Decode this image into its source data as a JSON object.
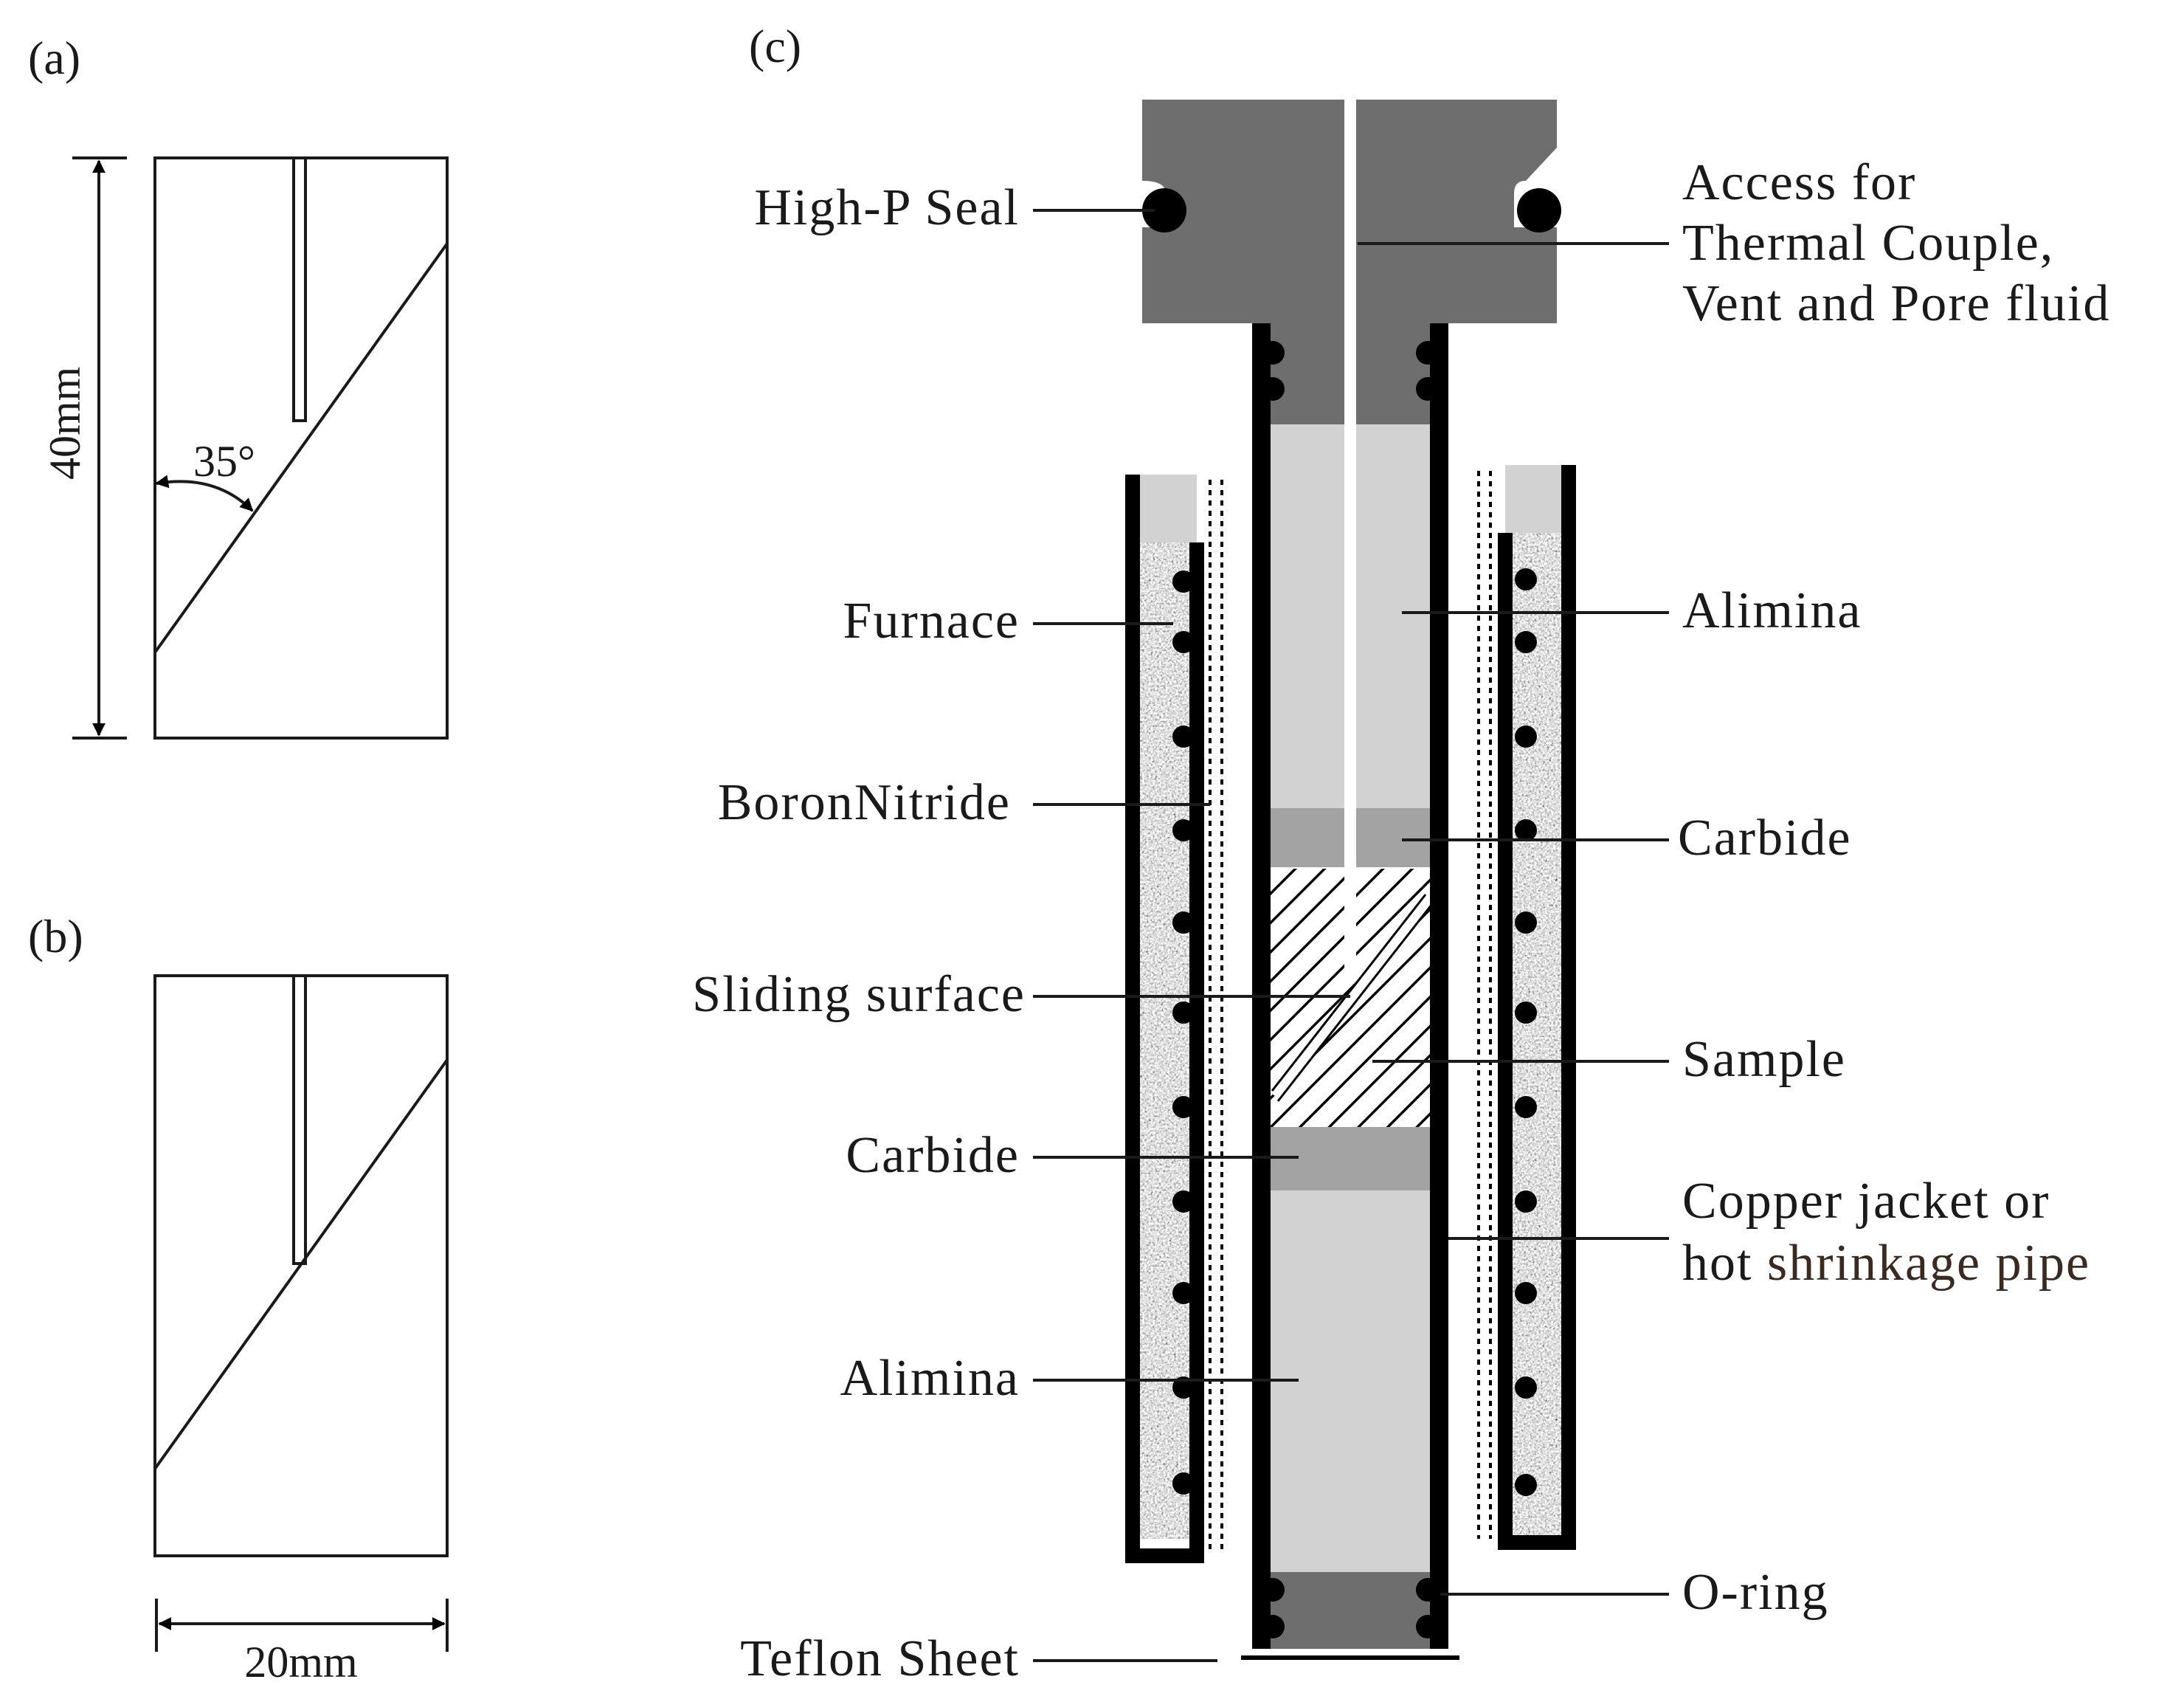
{
  "panels": {
    "a": "(a)",
    "b": "(b)",
    "c": "(c)"
  },
  "dimensions": {
    "height": "40mm",
    "width": "20mm",
    "angle": "35°"
  },
  "labels_left": {
    "high_p_seal": "High-P Seal",
    "furnace": "Furnace",
    "boron_nitride": "BoronNitride",
    "sliding_surface": "Sliding surface",
    "carbide": "Carbide",
    "alimina": "Alimina",
    "teflon_sheet": "Teflon Sheet"
  },
  "labels_right": {
    "access_line1": "Access for",
    "access_line2": "Thermal Couple,",
    "access_line3": "Vent and Pore fluid",
    "alimina": "Alimina",
    "carbide": "Carbide",
    "sample": "Sample",
    "copper_line1": "Copper jacket or",
    "copper_line2a": "hot ",
    "copper_line2b": "shrinkage pipe",
    "o_ring": "O-ring"
  },
  "colors": {
    "piston_dark": "#6e6e6e",
    "alumina_light": "#d2d2d2",
    "carbide_mid": "#a3a3a3",
    "outline": "#000000",
    "text": "#1a1a1a",
    "text_brown": "#3a2a20"
  }
}
